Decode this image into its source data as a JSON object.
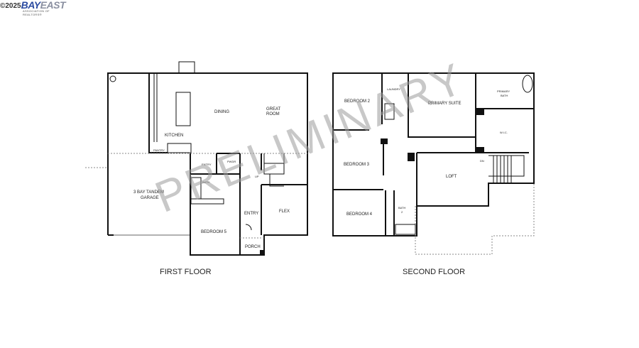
{
  "logo": {
    "copyright": "©2025",
    "brand_a": "BAY",
    "brand_b": "EAST",
    "subtitle": "ASSOCIATION OF REALTORS®"
  },
  "watermark": "PRELIMINARY",
  "first_floor": {
    "title": "FIRST FLOOR",
    "rooms": {
      "kitchen": "KITCHEN",
      "dining": "DINING",
      "great_room_1": "GREAT",
      "great_room_2": "ROOM",
      "pantry": "PANTRY",
      "entry_top": "ENTRY",
      "powder": "PWDR",
      "bath": "BATH",
      "garage_1": "3 BAY TANDEM",
      "garage_2": "GARAGE",
      "bedroom5": "BEDROOM 5",
      "entry": "ENTRY",
      "flex": "FLEX",
      "porch": "PORCH",
      "up": "UP"
    }
  },
  "second_floor": {
    "title": "SECOND FLOOR",
    "rooms": {
      "bedroom2": "BEDROOM 2",
      "laundry": "LAUNDRY",
      "primary_suite": "PRIMARY SUITE",
      "primary_bath_1": "PRIMARY",
      "primary_bath_2": "BATH",
      "wic": "W.I.C.",
      "bedroom3": "BEDROOM 3",
      "loft": "LOFT",
      "bedroom4": "BEDROOM 4",
      "bath2_1": "BATH",
      "bath2_2": "2",
      "dn": "DN"
    }
  }
}
